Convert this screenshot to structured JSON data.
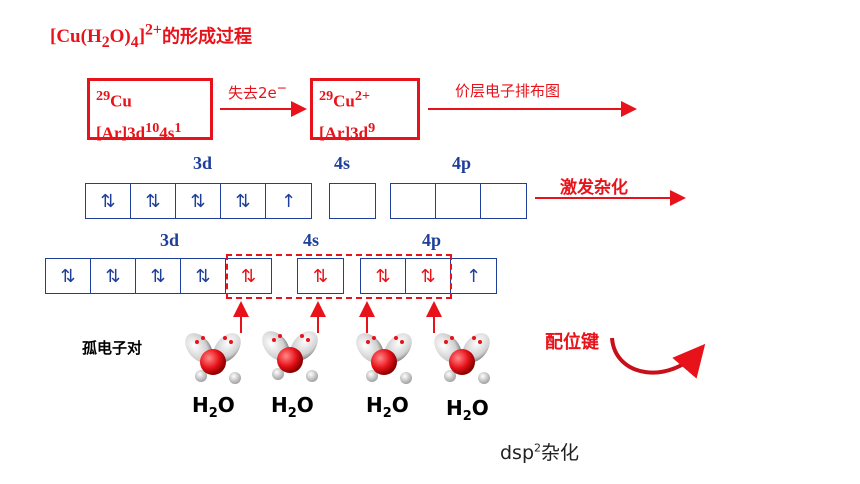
{
  "title": {
    "formula_html": "[Cu(H<sub>2</sub>O)<sub>4</sub>]<sup>2+</sup>",
    "suffix": "的形成过程"
  },
  "box1": {
    "line1_html": "<sup>29</sup>Cu",
    "line2_html": "[Ar]3d<sup>10</sup>4s<sup>1</sup>"
  },
  "arrow1_html": "失去2e<sup>−</sup>",
  "box2": {
    "line1_html": "<sup>29</sup>Cu<sup>2+</sup>",
    "line2_html": "[Ar]3d<sup>9</sup>"
  },
  "arrow2_label": "价层电子排布图",
  "row1": {
    "labels": {
      "d": "3d",
      "s": "4s",
      "p": "4p"
    },
    "d_cells": [
      "⇅",
      "⇅",
      "⇅",
      "⇅",
      "↑"
    ],
    "s_cells": [
      ""
    ],
    "p_cells": [
      "",
      "",
      ""
    ],
    "arrow_label": "激发杂化"
  },
  "row2": {
    "labels": {
      "d": "3d",
      "s": "4s",
      "p": "4p"
    },
    "d_cells": [
      "⇅",
      "⇅",
      "⇅",
      "⇅",
      "⇅"
    ],
    "s_cells": [
      "⇅"
    ],
    "p_cells": [
      "⇅",
      "⇅",
      "↑"
    ]
  },
  "lone_pair_label": "孤电子对",
  "coordinate_bond_label": "配位键",
  "ligands": [
    {
      "formula_html": "H<sub>2</sub>O"
    },
    {
      "formula_html": "H<sub>2</sub>O"
    },
    {
      "formula_html": "H<sub>2</sub>O"
    },
    {
      "formula_html": "H<sub>2</sub>O"
    }
  ],
  "hybrid_label_html": "dsp<sup>2</sup>杂化",
  "colors": {
    "red": "#e8121a",
    "blue": "#1f3f9a"
  }
}
